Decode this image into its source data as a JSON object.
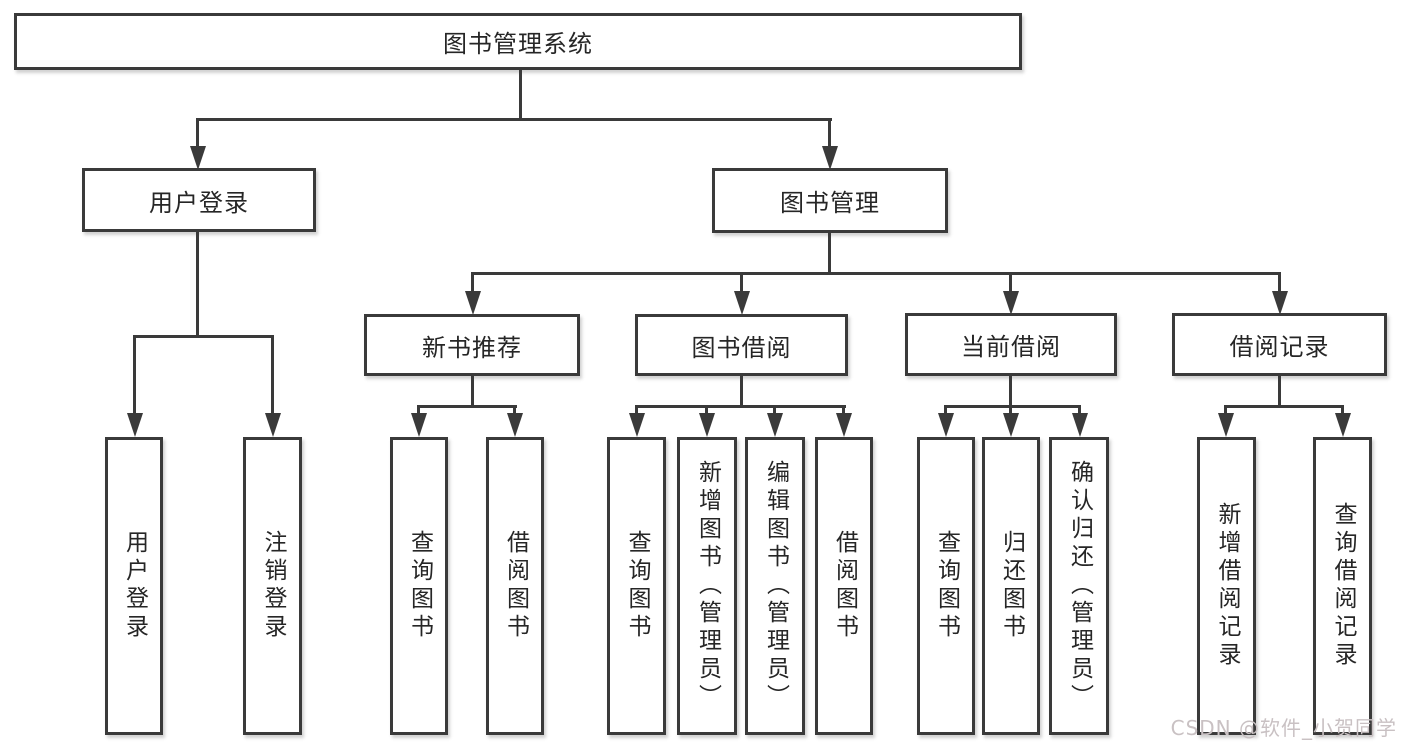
{
  "tree": {
    "root": {
      "label": "图书管理系统"
    },
    "branches": [
      {
        "label": "用户登录",
        "children": [
          {
            "label": "用户登录"
          },
          {
            "label": "注销登录"
          }
        ]
      },
      {
        "label": "图书管理",
        "children": [
          {
            "label": "新书推荐",
            "children": [
              {
                "label": "查询图书"
              },
              {
                "label": "借阅图书"
              }
            ]
          },
          {
            "label": "图书借阅",
            "children": [
              {
                "label": "查询图书"
              },
              {
                "label": "新增图书（管理员）"
              },
              {
                "label": "编辑图书（管理员）"
              },
              {
                "label": "借阅图书"
              }
            ]
          },
          {
            "label": "当前借阅",
            "children": [
              {
                "label": "查询图书"
              },
              {
                "label": "归还图书"
              },
              {
                "label": "确认归还（管理员）"
              }
            ]
          },
          {
            "label": "借阅记录",
            "children": [
              {
                "label": "新增借阅记录"
              },
              {
                "label": "查询借阅记录"
              }
            ]
          }
        ]
      }
    ]
  },
  "watermark": {
    "text": "CSDN @软件_小贺同学"
  },
  "colors": {
    "line": "#3a3a3a",
    "text": "#262626",
    "watermark": "#c9c1c3",
    "background": "#ffffff"
  }
}
